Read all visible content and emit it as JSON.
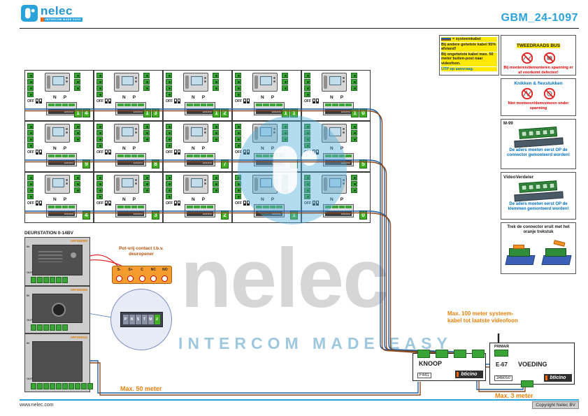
{
  "header": {
    "logo_text": "nelec",
    "logo_tagline": "INTERCOM MADE EASY",
    "doc_title": "GBM_24-1097"
  },
  "watermark": {
    "big_text": "nelec",
    "tagline": "INTERCOM MADE EASY"
  },
  "grid": {
    "off_label": "OFF",
    "n_label": "N",
    "p_label": "P",
    "brand": "bticino",
    "rows": [
      [
        "14",
        "13",
        "12",
        "11",
        "10"
      ],
      [
        "9",
        "8",
        "7",
        "6",
        "5"
      ],
      [
        "4",
        "3",
        "2",
        "1",
        "0"
      ]
    ]
  },
  "door_station": {
    "title": "DEURSTATION 0-14BV",
    "modules": [
      {
        "code": "ART353000"
      },
      {
        "code": "ART352000"
      },
      {
        "code": "ART353010"
      }
    ]
  },
  "detail_circle": {
    "pins": [
      "P",
      "N",
      "S",
      "T",
      "M"
    ],
    "badge": "2"
  },
  "potvrij": {
    "label": "Pot-vrij contact t.b.v. deuropener",
    "terminals": [
      "S-",
      "S+",
      "C",
      "NC",
      "NO"
    ]
  },
  "knoop": {
    "title": "KNOOP",
    "code": "F441",
    "brand": "bticino"
  },
  "voeding": {
    "title": "VOEDING",
    "model": "E-67",
    "code": "346050",
    "brand": "bticino",
    "primair": "PRIMAIR"
  },
  "annotations": {
    "max50": "Max. 50 meter",
    "max3": "Max. 3 meter",
    "max100_line1": "Max. 100 meter systeem-",
    "max100_line2": "kabel tot laatste videofoon"
  },
  "sidebar": {
    "legend": {
      "line1": "= systeemkabel",
      "line2": "Bij andere getwiste kabel 95% afstand!",
      "line3": "Bij ongetwiste kabel max. 50 meter buiten-post naar videofoon.",
      "line4": "UTP op aanvraag."
    },
    "bus_box": {
      "title": "TWEEDRAADS BUS",
      "warning": "Bij monteren/demonteren spanning er af voorkomt defecten!"
    },
    "flex_box": {
      "title": "Knikken & flexstukken",
      "warning": "Niet monteren/demonteren onder spanning"
    },
    "connector_box": {
      "code": "M-99",
      "note": "De aders moeten eerst OP de connector gemonteerd worden!"
    },
    "verdeler_box": {
      "title": "VideoVerdeler",
      "note": "De aders moeten eerst OP de klemmen gemonteerd worden!"
    },
    "pull_box": {
      "note": "Trek de connector eruit met het oranje trekstuk"
    }
  },
  "footer": {
    "website": "www.nelec.com",
    "copyright": "Copyright Nelec BV"
  }
}
